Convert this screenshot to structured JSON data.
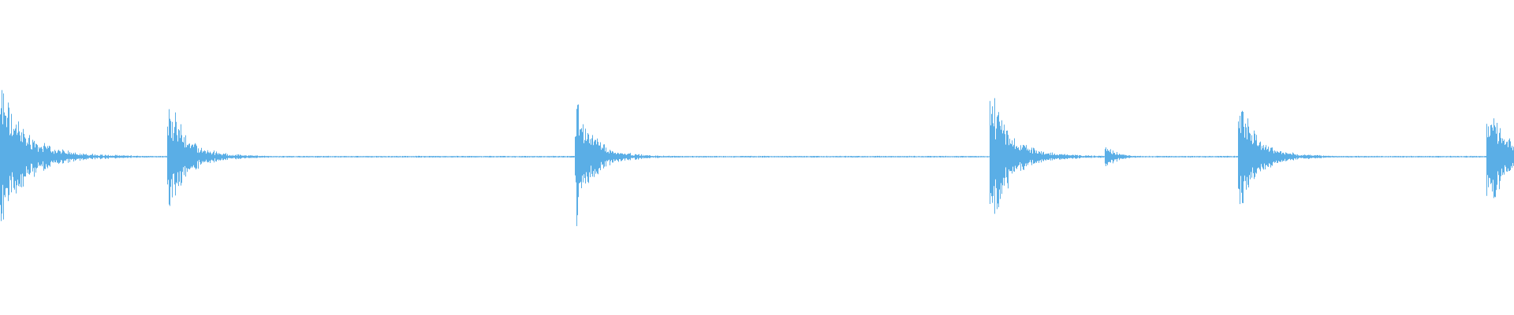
{
  "waveform": {
    "color": "#5aaee6",
    "background": "#ffffff",
    "transients": [
      {
        "t": 0.0,
        "peak": 0.8,
        "decay": 0.04
      },
      {
        "t": 0.111,
        "peak": 0.62,
        "decay": 0.03
      },
      {
        "t": 0.38,
        "peak": 0.68,
        "decay": 0.028
      },
      {
        "t": 0.654,
        "peak": 0.56,
        "decay": 0.022
      },
      {
        "t": 0.654,
        "peak": 0.76,
        "decay": 0.032
      },
      {
        "t": 0.73,
        "peak": 0.13,
        "decay": 0.018
      },
      {
        "t": 0.818,
        "peak": 0.62,
        "decay": 0.03
      },
      {
        "t": 0.982,
        "peak": 0.64,
        "decay": 0.03
      }
    ]
  }
}
